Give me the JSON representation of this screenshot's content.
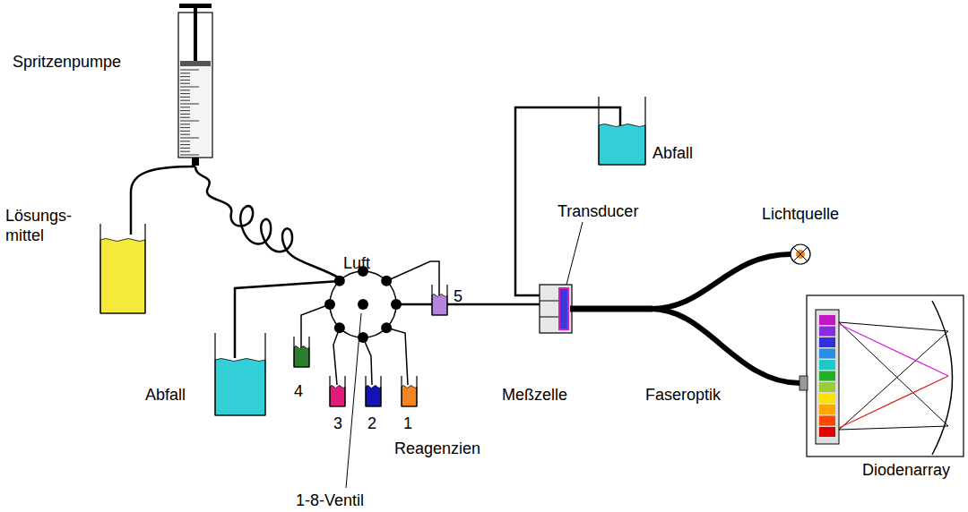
{
  "diagram": {
    "labels": [
      "Spritzenpumpe",
      "Luft",
      "Lösungs- mittel",
      "5",
      "Transducer",
      "Abfall",
      "Lichtquelle",
      "Abfall",
      "4",
      "Meßzelle",
      "Faseroptik",
      "3",
      "2",
      "1",
      "Reagenzien",
      "Diodenarray",
      "1-8-Ventil"
    ]
  }
}
